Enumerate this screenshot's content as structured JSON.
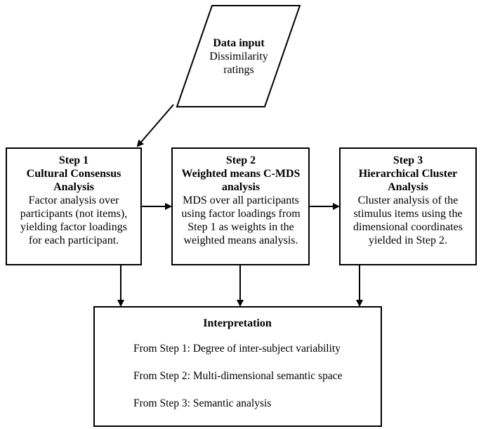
{
  "data_input": {
    "title": "Data input",
    "body": [
      "Dissimilarity",
      "ratings"
    ]
  },
  "steps": [
    {
      "title": [
        "Step 1",
        "Cultural Consensus",
        "Analysis"
      ],
      "body": [
        "Factor analysis over",
        "participants (not items),",
        "yielding factor loadings",
        "for each participant."
      ]
    },
    {
      "title": [
        "Step 2",
        "Weighted means C-MDS",
        "analysis"
      ],
      "body": [
        "MDS over all participants",
        "using factor loadings from",
        "Step 1 as weights in the",
        "weighted means analysis."
      ]
    },
    {
      "title": [
        "Step 3",
        "Hierarchical Cluster",
        "Analysis"
      ],
      "body": [
        "Cluster analysis of the",
        "stimulus items using the",
        "dimensional coordinates",
        "yielded in Step 2."
      ]
    }
  ],
  "interpretation": {
    "title": "Interpretation",
    "lines": [
      "From Step 1:  Degree of inter-subject variability",
      "From Step 2:  Multi-dimensional semantic space",
      "From Step 3:  Semantic analysis"
    ]
  }
}
